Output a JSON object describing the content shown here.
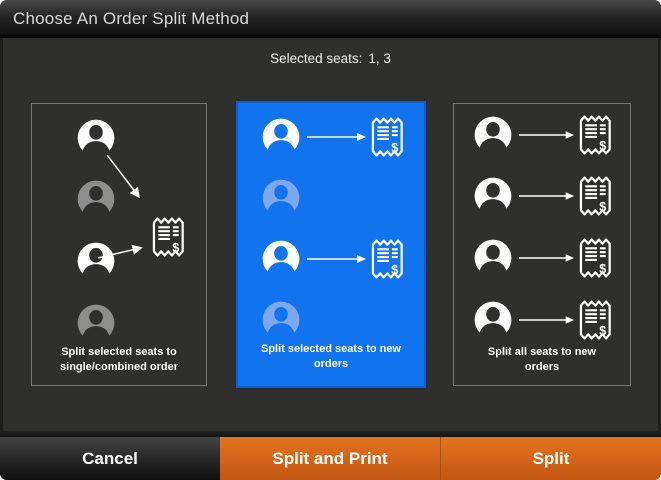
{
  "title_bar": {
    "title": "Choose An Order Split Method"
  },
  "selected_seats": {
    "label": "Selected seats:",
    "value": "1, 3"
  },
  "panels": [
    {
      "id": "single-combined",
      "caption": "Split selected seats to single/combined order",
      "highlighted": false,
      "seats": [
        {
          "seat": 1,
          "selected": true
        },
        {
          "seat": 2,
          "selected": false
        },
        {
          "seat": 3,
          "selected": true
        },
        {
          "seat": 4,
          "selected": false
        }
      ]
    },
    {
      "id": "selected-to-new",
      "caption": "Split selected seats to new orders",
      "highlighted": true,
      "seats": [
        {
          "seat": 1,
          "selected": true
        },
        {
          "seat": 2,
          "selected": false
        },
        {
          "seat": 3,
          "selected": true
        },
        {
          "seat": 4,
          "selected": false
        }
      ]
    },
    {
      "id": "all-to-new",
      "caption": "Split all seats to new orders",
      "highlighted": false,
      "seats": [
        {
          "seat": 1,
          "selected": true
        },
        {
          "seat": 2,
          "selected": true
        },
        {
          "seat": 3,
          "selected": true
        },
        {
          "seat": 4,
          "selected": true
        }
      ]
    }
  ],
  "footer": {
    "cancel": "Cancel",
    "split_and_print": "Split and Print",
    "split": "Split"
  },
  "icons": {
    "person": "person-avatar-icon",
    "receipt": "receipt-icon",
    "arrow": "arrow-right-icon"
  },
  "colors": {
    "dialog_background": "#2f302e",
    "highlight_blue": "#1273ee",
    "highlight_blue_border": "#0b5dd7",
    "button_orange": "#d2631a"
  }
}
